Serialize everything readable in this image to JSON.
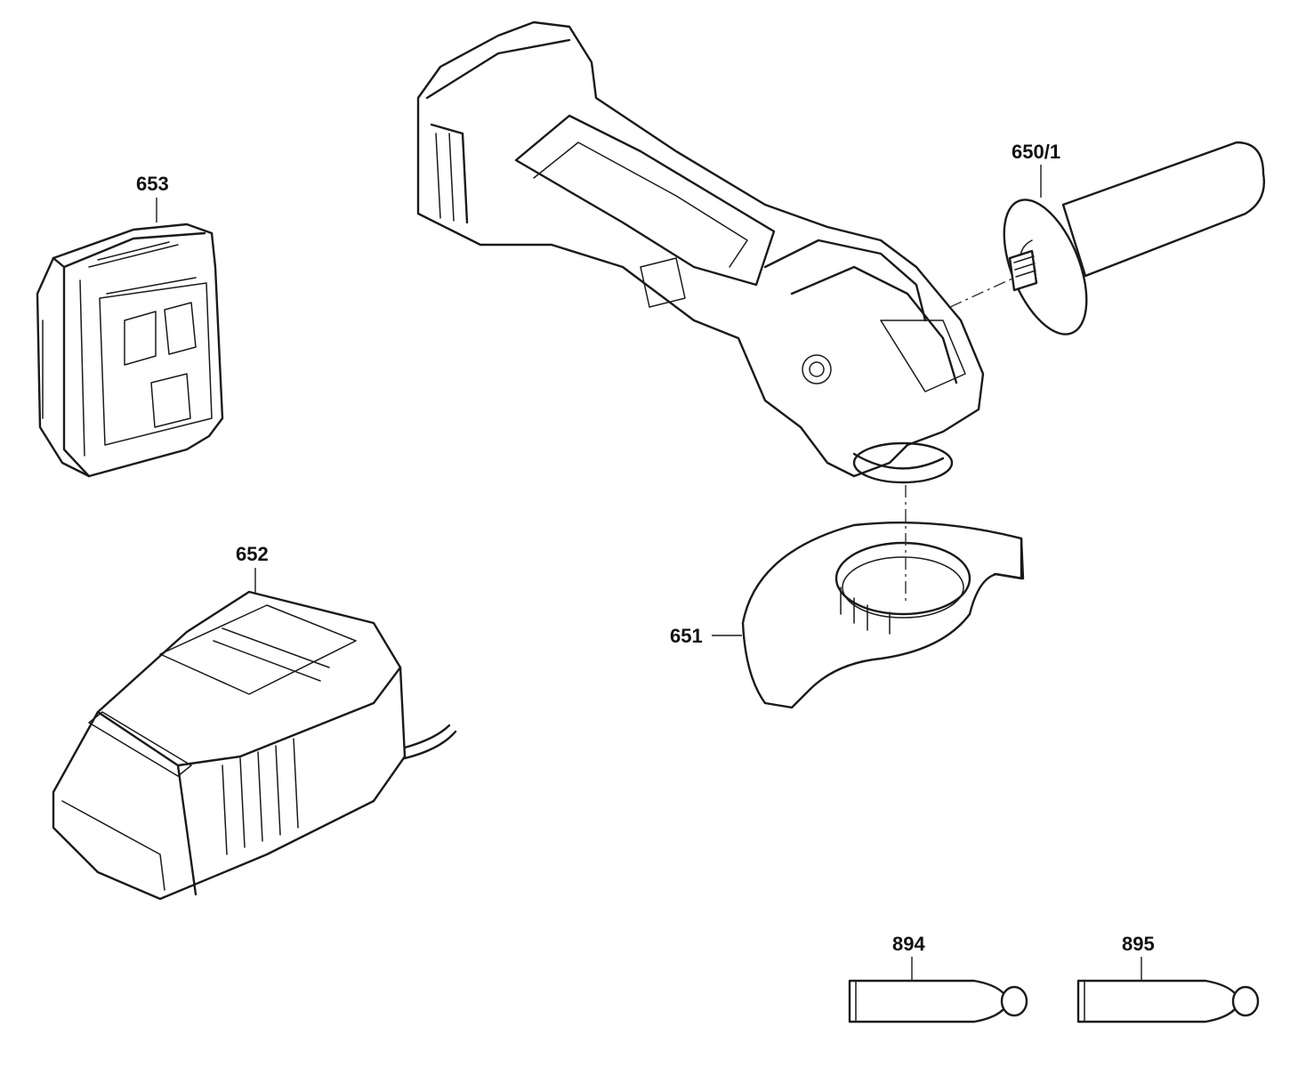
{
  "callouts": {
    "battery": "653",
    "charger": "652",
    "side_handle": "650/1",
    "guard": "651",
    "tube_left": "894",
    "tube_right": "895"
  }
}
